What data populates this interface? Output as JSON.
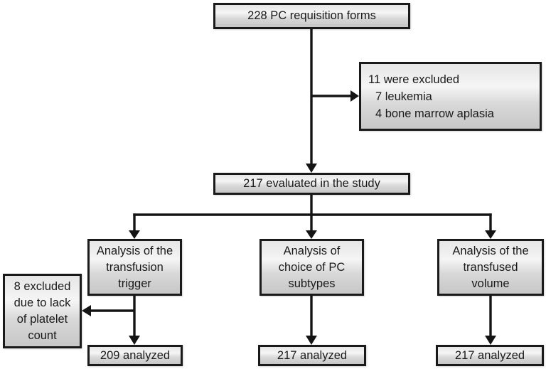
{
  "colors": {
    "background": "#ffffff",
    "box_border": "#1a1a1a",
    "box_fill_top": "#e6e6e6",
    "box_fill_light": "#f5f5f5",
    "box_fill_mid": "#d8d8d8",
    "box_fill_dark": "#c7c7c7",
    "arrow": "#141414",
    "text": "#1a1a1a"
  },
  "flowchart": {
    "top_box": {
      "label": "228 PC requisition forms"
    },
    "excluded_right_box": {
      "lines": [
        "11 were excluded",
        "7 leukemia",
        "4 bone marrow aplasia"
      ]
    },
    "evaluated_box": {
      "label": "217 evaluated in the study"
    },
    "analysis_boxes": [
      {
        "lines": [
          "Analysis of the",
          "transfusion",
          "trigger"
        ]
      },
      {
        "lines": [
          "Analysis of",
          "choice of PC",
          "subtypes"
        ]
      },
      {
        "lines": [
          "Analysis of the",
          "transfused",
          "volume"
        ]
      }
    ],
    "excluded_left_box": {
      "lines": [
        "8 excluded",
        "due to lack",
        "of platelet",
        "count"
      ]
    },
    "result_boxes": [
      {
        "label": "209 analyzed"
      },
      {
        "label": "217 analyzed"
      },
      {
        "label": "217 analyzed"
      }
    ]
  }
}
